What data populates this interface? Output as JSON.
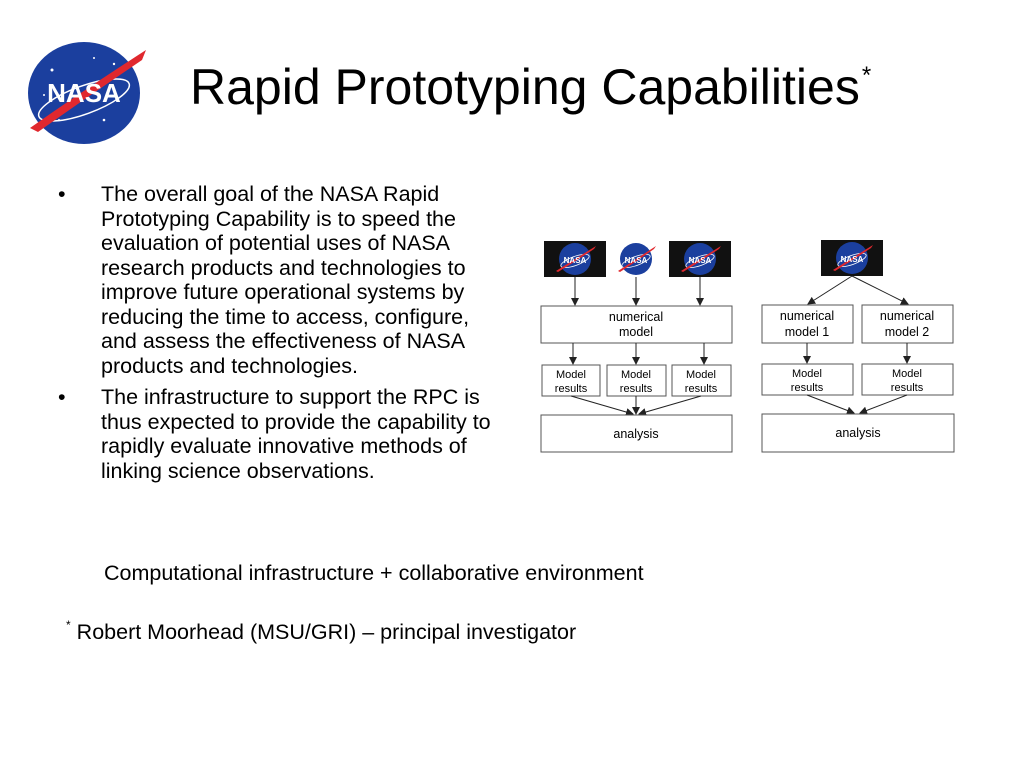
{
  "logo": {
    "text": "NASA"
  },
  "title": {
    "text": "Rapid Prototyping Capabilities",
    "mark": "*"
  },
  "bullets": [
    {
      "text": "The overall goal of the NASA Rapid Prototyping Capability is to speed the evaluation of potential uses of NASA research products and technologies to improve future operational systems by reducing the time to access, configure, and assess the effectiveness of NASA products and technologies."
    },
    {
      "text": "The infrastructure to support the RPC is thus expected to provide the capability to rapidly evaluate innovative methods of linking science observations."
    }
  ],
  "bullet_glyph": "•",
  "diagram": {
    "left": {
      "logos": [
        "NASA",
        "NASA",
        "NASA"
      ],
      "model": [
        "numerical",
        "model"
      ],
      "results": [
        [
          "Model",
          "results"
        ],
        [
          "Model",
          "results"
        ],
        [
          "Model",
          "results"
        ]
      ],
      "analysis": "analysis"
    },
    "right": {
      "logos": [
        "NASA"
      ],
      "models": [
        [
          "numerical",
          "model 1"
        ],
        [
          "numerical",
          "model 2"
        ]
      ],
      "results": [
        [
          "Model",
          "results"
        ],
        [
          "Model",
          "results"
        ]
      ],
      "analysis": "analysis"
    }
  },
  "caption": "Computational infrastructure + collaborative environment",
  "footnote": {
    "mark": "*",
    "text": "Robert Moorhead (MSU/GRI) – principal investigator"
  },
  "colors": {
    "nasa_blue": "#1b3f9e",
    "nasa_red": "#e0282e",
    "logo_bg": "#111111"
  }
}
